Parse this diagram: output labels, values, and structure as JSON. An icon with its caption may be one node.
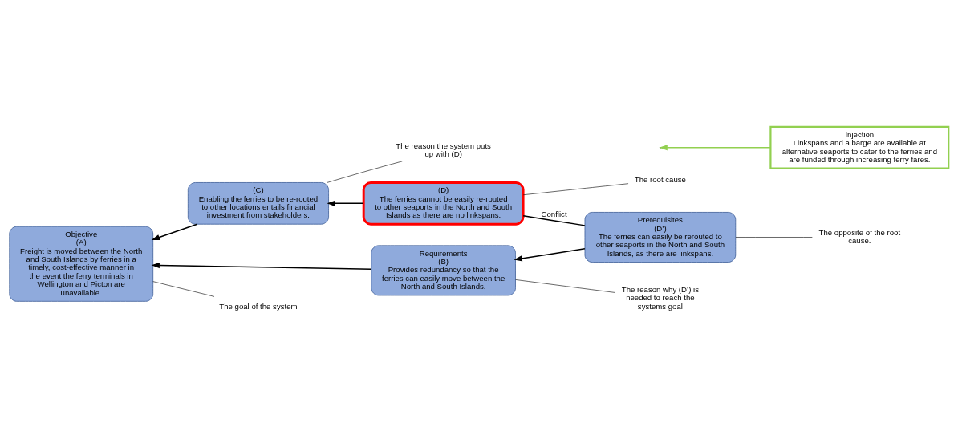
{
  "diagram": {
    "nodes": [
      {
        "text": [
          "Objective",
          "(A)",
          "Freight is moved between the North and South Islands by ferries in a timely, cost-effective manner in the event the ferry terminals in Wellington and Picton are unavailable."
        ]
      },
      {
        "text": [
          "Requirements",
          "(B)",
          "Provides redundancy so that the ferries can easily move between the North and South Islands."
        ]
      },
      {
        "text": [
          "Prerequisites",
          "(D’)",
          "The ferries can easily be rerouted to other seaports in the North and South Islands, as there are linkspans."
        ]
      },
      {
        "text": [
          "Injection",
          "Linkspans and a barge are available at alternative seaports to cater to the ferries and are funded through increasing ferry fares."
        ]
      },
      {
        "text": [
          "(C)",
          "Enabling the ferries to be re-routed to other locations entails financial investment from stakeholders."
        ]
      },
      {
        "text": [
          "(D)",
          "The ferries cannot be easily re-routed to other seaports in the North and South Islands as there are no linkspans."
        ]
      },
      {
        "text": [
          "The reason why (D’) is needed to reach the systems goal"
        ]
      },
      {
        "text": [
          "The opposite of the root cause."
        ]
      },
      {
        "text": [
          "The goal of the system"
        ]
      },
      {
        "text": [
          "The reason the system puts up with (D)"
        ]
      },
      {
        "text": [
          "The root cause"
        ]
      }
    ],
    "edges": [
      {
        "from": 1,
        "to": 0,
        "arrow": "to"
      },
      {
        "from": 2,
        "to": 1,
        "arrow": "to"
      },
      {
        "from": 4,
        "to": 0,
        "arrow": "to"
      },
      {
        "from": 5,
        "to": 4,
        "arrow": "to"
      },
      {
        "from": 3,
        "to": null,
        "arrow": "to",
        "color": "#92d050"
      },
      {
        "from": 2,
        "to": 5,
        "arrow": "none",
        "label": "Conflict"
      },
      {
        "from": 6,
        "to": 1,
        "arrow": "none"
      },
      {
        "from": 7,
        "to": 2,
        "arrow": "none"
      },
      {
        "from": 8,
        "to": 0,
        "arrow": "none"
      },
      {
        "from": 9,
        "to": 4,
        "arrow": "none"
      },
      {
        "from": 10,
        "to": 5,
        "arrow": "none"
      }
    ]
  }
}
